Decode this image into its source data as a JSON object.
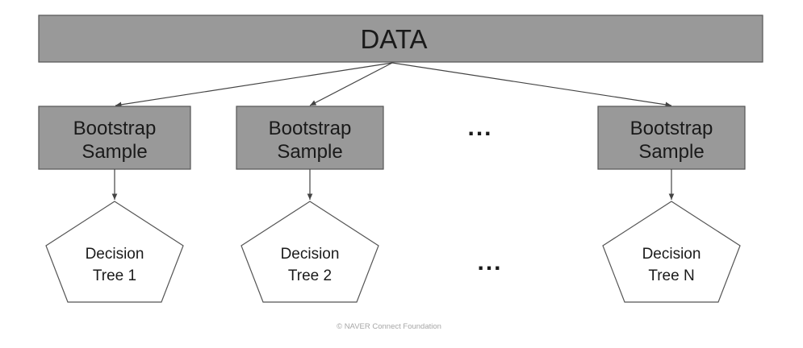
{
  "diagram": {
    "root": {
      "label": "DATA"
    },
    "samples": [
      {
        "line1": "Bootstrap",
        "line2": "Sample"
      },
      {
        "line1": "Bootstrap",
        "line2": "Sample"
      },
      {
        "line1": "Bootstrap",
        "line2": "Sample"
      }
    ],
    "trees": [
      {
        "line1": "Decision",
        "line2": "Tree 1"
      },
      {
        "line1": "Decision",
        "line2": "Tree 2"
      },
      {
        "line1": "Decision",
        "line2": "Tree N"
      }
    ],
    "ellipsis": "...",
    "copyright": "©  NAVER Connect Foundation"
  },
  "colors": {
    "box_fill": "#999999",
    "box_stroke": "#555555",
    "line": "#444444",
    "text": "#1a1a1a",
    "copyright": "#a6a6a6"
  }
}
